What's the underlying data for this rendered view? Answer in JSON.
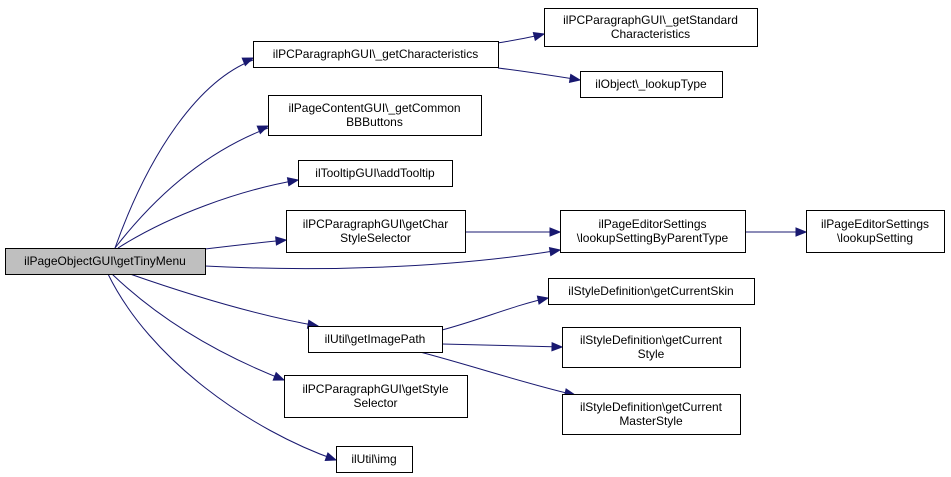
{
  "colors": {
    "edge": "#191970",
    "root_fill": "#bfbfbf",
    "node_fill": "#ffffff",
    "border": "#000000"
  },
  "nodes": {
    "root": {
      "lines": [
        "ilPageObjectGUI\\getTinyMenu"
      ]
    },
    "getCharacteristics": {
      "lines": [
        "ilPCParagraphGUI\\_getCharacteristics"
      ]
    },
    "getStandardCharacteristics": {
      "lines": [
        "ilPCParagraphGUI\\_getStandard",
        "Characteristics"
      ]
    },
    "lookupType": {
      "lines": [
        "ilObject\\_lookupType"
      ]
    },
    "getCommonBBButtons": {
      "lines": [
        "ilPageContentGUI\\_getCommon",
        "BBButtons"
      ]
    },
    "addTooltip": {
      "lines": [
        "ilTooltipGUI\\addTooltip"
      ]
    },
    "getCharStyleSelector": {
      "lines": [
        "ilPCParagraphGUI\\getChar",
        "StyleSelector"
      ]
    },
    "lookupSettingByParentType": {
      "lines": [
        "ilPageEditorSettings",
        "\\lookupSettingByParentType"
      ]
    },
    "lookupSetting": {
      "lines": [
        "ilPageEditorSettings",
        "\\lookupSetting"
      ]
    },
    "getImagePath": {
      "lines": [
        "ilUtil\\getImagePath"
      ]
    },
    "getCurrentSkin": {
      "lines": [
        "ilStyleDefinition\\getCurrentSkin"
      ]
    },
    "getCurrentStyle": {
      "lines": [
        "ilStyleDefinition\\getCurrent",
        "Style"
      ]
    },
    "getCurrentMasterStyle": {
      "lines": [
        "ilStyleDefinition\\getCurrent",
        "MasterStyle"
      ]
    },
    "getStyleSelector": {
      "lines": [
        "ilPCParagraphGUI\\getStyle",
        "Selector"
      ]
    },
    "img": {
      "lines": [
        "ilUtil\\img"
      ]
    }
  },
  "edges": [
    [
      "root",
      "getCharacteristics"
    ],
    [
      "root",
      "getCommonBBButtons"
    ],
    [
      "root",
      "addTooltip"
    ],
    [
      "root",
      "getCharStyleSelector"
    ],
    [
      "root",
      "lookupSettingByParentType"
    ],
    [
      "root",
      "getImagePath"
    ],
    [
      "root",
      "getStyleSelector"
    ],
    [
      "root",
      "img"
    ],
    [
      "getCharacteristics",
      "getStandardCharacteristics"
    ],
    [
      "getCharacteristics",
      "lookupType"
    ],
    [
      "getCharStyleSelector",
      "lookupSettingByParentType"
    ],
    [
      "lookupSettingByParentType",
      "lookupSetting"
    ],
    [
      "getImagePath",
      "getCurrentSkin"
    ],
    [
      "getImagePath",
      "getCurrentStyle"
    ],
    [
      "getImagePath",
      "getCurrentMasterStyle"
    ]
  ]
}
